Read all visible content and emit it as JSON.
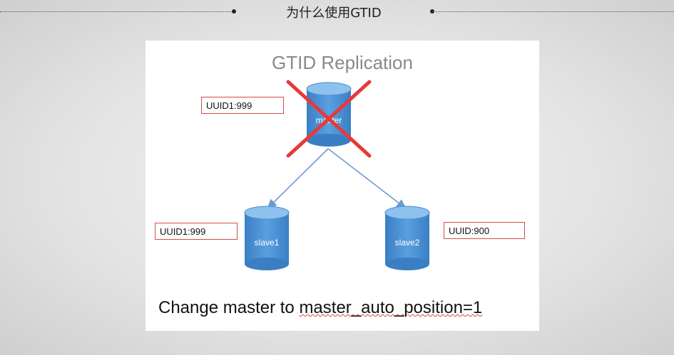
{
  "header": {
    "title": "为什么使用GTID"
  },
  "slide": {
    "title": "GTID Replication",
    "caption_prefix": "Change master to ",
    "caption_emphasis": "master_auto_position=1",
    "nodes": {
      "master": {
        "label": "master",
        "uuid": "UUID1:999",
        "crossed_out": true
      },
      "slave1": {
        "label": "slave1",
        "uuid": "UUID1:999"
      },
      "slave2": {
        "label": "slave2",
        "uuid": "UUID:900"
      }
    }
  },
  "colors": {
    "cylinder": "#4a90d2",
    "cylinder_top": "#7db4e6",
    "arrow": "#6d9bd0",
    "cross": "#e53a3a",
    "uuid_border": "#d64a4a"
  }
}
